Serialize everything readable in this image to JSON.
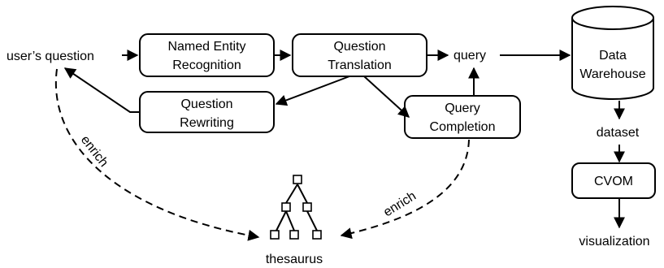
{
  "diagram": {
    "input_label": "user’s question",
    "ner_line1": "Named Entity",
    "ner_line2": "Recognition",
    "qt_line1": "Question",
    "qt_line2": "Translation",
    "query_label": "query",
    "dw_line1": "Data",
    "dw_line2": "Warehouse",
    "qr_line1": "Question",
    "qr_line2": "Rewriting",
    "qc_line1": "Query",
    "qc_line2": "Completion",
    "dataset_label": "dataset",
    "cvom_label": "CVOM",
    "visualization_label": "visualization",
    "thesaurus_label": "thesaurus",
    "enrich_left_label": "enrich",
    "enrich_right_label": "enrich"
  }
}
